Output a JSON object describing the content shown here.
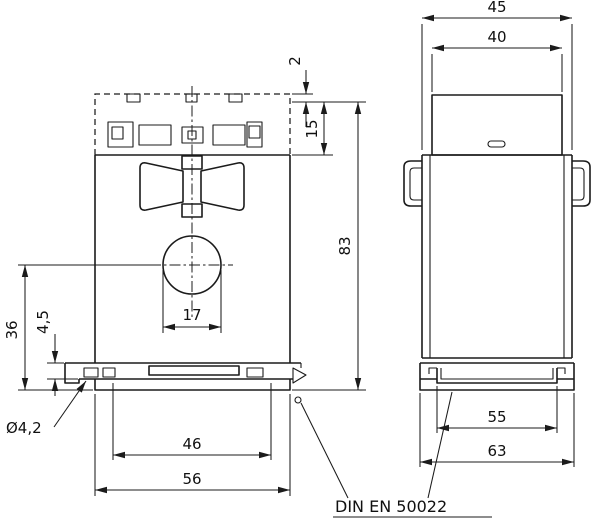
{
  "colors": {
    "line": "#1b1b1b",
    "background": "#ffffff"
  },
  "front_view": {
    "dims": {
      "top_offset": "2",
      "terminal_height": "15",
      "total_height": "83",
      "center_to_bottom": "36",
      "rail_depth": "4,5",
      "window_width": "17",
      "hole_diameter": "Ø4,2",
      "foot_inner_width": "46",
      "overall_width": "56"
    }
  },
  "side_view": {
    "dims": {
      "overall_width": "45",
      "top_width": "40",
      "rail_width": "55",
      "foot_width": "63"
    }
  },
  "note": {
    "din_standard": "DIN EN 50022"
  }
}
